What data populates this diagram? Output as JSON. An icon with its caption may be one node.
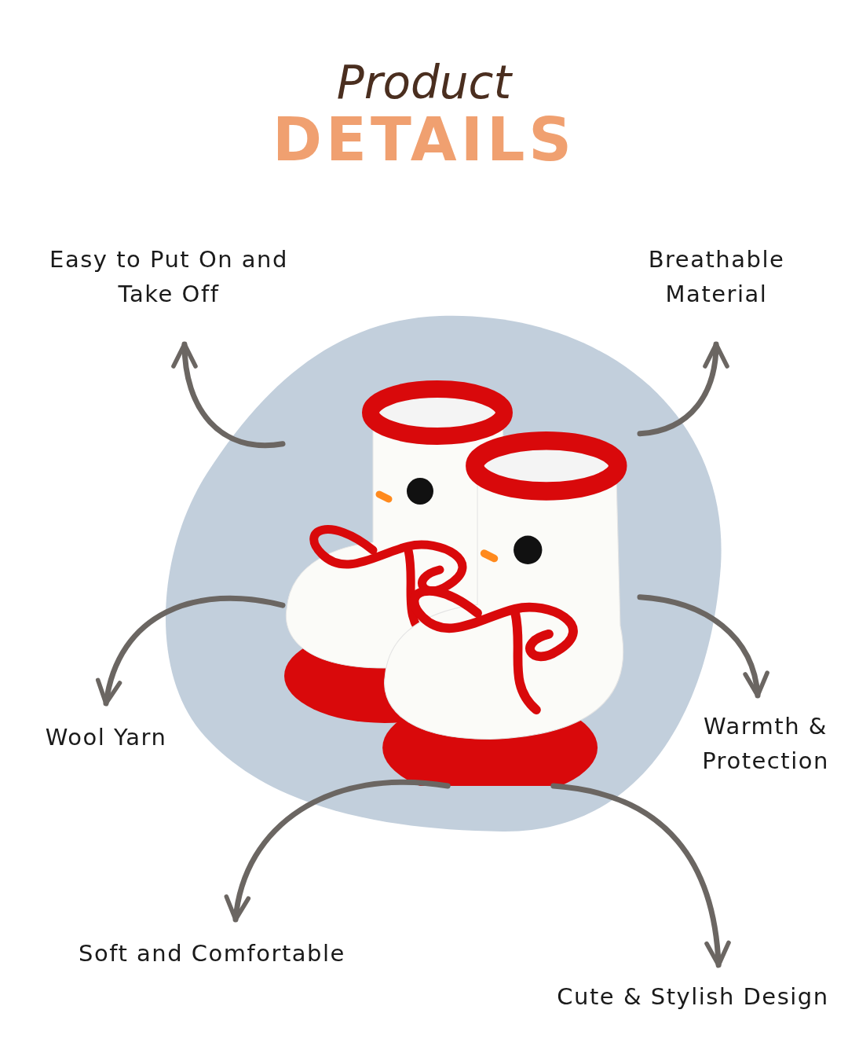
{
  "diagram": {
    "title": "Product DETAILS",
    "nodes": [
      {
        "text": [],
        "shape": "picture"
      },
      {
        "text": [
          "Easy to Put On and Take Off"
        ]
      },
      {
        "text": [
          "Breathable Material"
        ]
      },
      {
        "text": [
          "Wool Yarn"
        ]
      },
      {
        "text": [
          "Warmth & Protection"
        ]
      },
      {
        "text": [
          "Soft and Comfortable"
        ]
      },
      {
        "text": [
          "Cute & Stylish Design"
        ]
      }
    ],
    "edges": [
      {
        "from": 0,
        "to": 1,
        "arrow": "to"
      },
      {
        "from": 0,
        "to": 2,
        "arrow": "to"
      },
      {
        "from": 0,
        "to": 3,
        "arrow": "to"
      },
      {
        "from": 0,
        "to": 4,
        "arrow": "to"
      },
      {
        "from": 0,
        "to": 5,
        "arrow": "to"
      },
      {
        "from": 0,
        "to": 6,
        "arrow": "to"
      }
    ]
  }
}
